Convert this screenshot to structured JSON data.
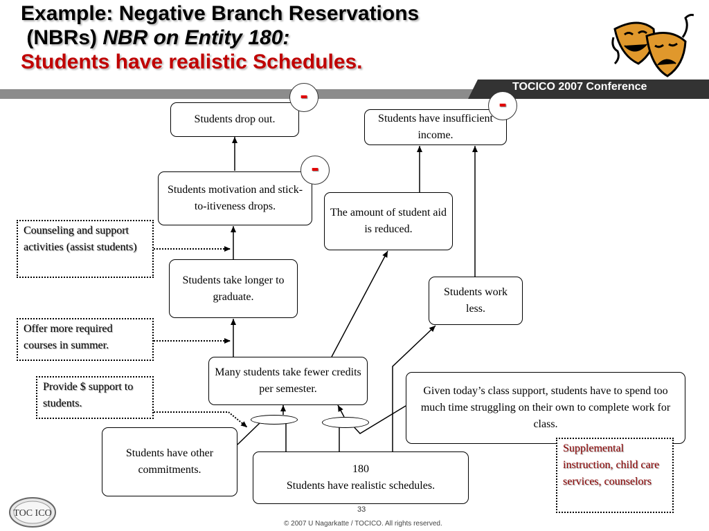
{
  "title": {
    "line1": "Example:  Negative Branch Reservations",
    "line2_plain": " (NBRs) ",
    "line2_italic": "NBR on Entity 180:",
    "line3": "Students have realistic Schedules."
  },
  "banner": {
    "conference": "TOCICO 2007 Conference"
  },
  "boxes": {
    "drop_out": "Students drop out.",
    "insufficient_income": "Students have insufficient income.",
    "motivation_drops": "Students motivation and stick-to-itiveness drops.",
    "aid_reduced": "The amount of student aid is reduced.",
    "longer_graduate": "Students take longer to graduate.",
    "work_less": "Students work less.",
    "fewer_credits": "Many students take fewer credits per semester.",
    "class_support": "Given today’s class support, students have to spend too much time struggling on their own to complete work for class.",
    "other_commitments": "Students have other commitments.",
    "entity_number": "180",
    "entity_text": "Students have realistic schedules."
  },
  "notes": {
    "counseling": "Counseling and support activities (assist students)",
    "summer_courses": "Offer more required courses in summer.",
    "money_support": "Provide $ support to students.",
    "supplemental": "Supplemental instruction, child care services, counselors"
  },
  "minus_sign": "-",
  "footer": {
    "page_number": "33",
    "copyright": "© 2007 U Nagarkatte / TOCICO. All rights reserved.",
    "logo_text": "TOC ICO"
  },
  "colors": {
    "title_red": "#c00000",
    "banner_dark": "#333333",
    "banner_gray": "#8c8c8c",
    "minus_red": "#e00000",
    "note_red": "#8b0000"
  }
}
